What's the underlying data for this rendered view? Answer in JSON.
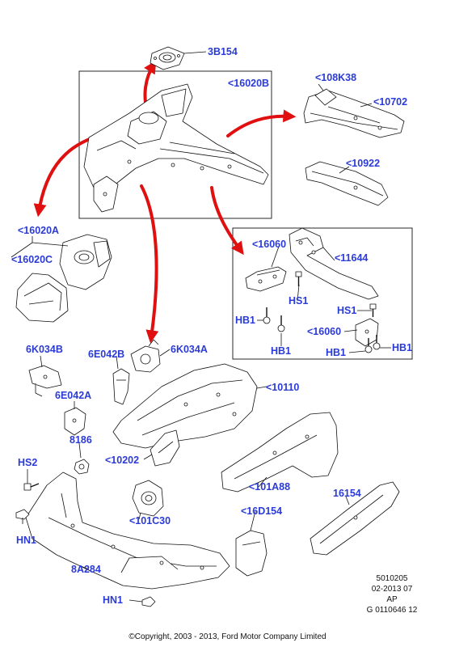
{
  "colors": {
    "label": "#2b3bd6",
    "arrow": "#e01010",
    "line": "#111111",
    "part_fill": "#ffffff"
  },
  "labels": {
    "l_3B154": "3B154",
    "l_16020B": "<16020B",
    "l_108K38": "<108K38",
    "l_10702": "<10702",
    "l_10922": "<10922",
    "l_16020A": "<16020A",
    "l_16020C": "<16020C",
    "l_16060a": "<16060",
    "l_11644": "<11644",
    "l_HS1a": "HS1",
    "l_HS1b": "HS1",
    "l_HB1a": "HB1",
    "l_HB1b": "HB1",
    "l_16060b": "<16060",
    "l_HB1c": "HB1",
    "l_HB1d": "HB1",
    "l_6K034B": "6K034B",
    "l_6E042B": "6E042B",
    "l_6K034A": "6K034A",
    "l_10110": "<10110",
    "l_6E042A": "6E042A",
    "l_8186": "8186",
    "l_HS2": "HS2",
    "l_10202": "<10202",
    "l_101A88": "<101A88",
    "l_16154": "16154",
    "l_101C30": "<101C30",
    "l_16D154": "<16D154",
    "l_HN1a": "HN1",
    "l_8A284": "8A284",
    "l_HN1b": "HN1"
  },
  "meta": {
    "line1": "5010205",
    "line2": "02-2013 07",
    "line3": "AP",
    "line4": "G 0110646 12"
  },
  "copyright": "©Copyright, 2003 - 2013, Ford Motor Company Limited"
}
